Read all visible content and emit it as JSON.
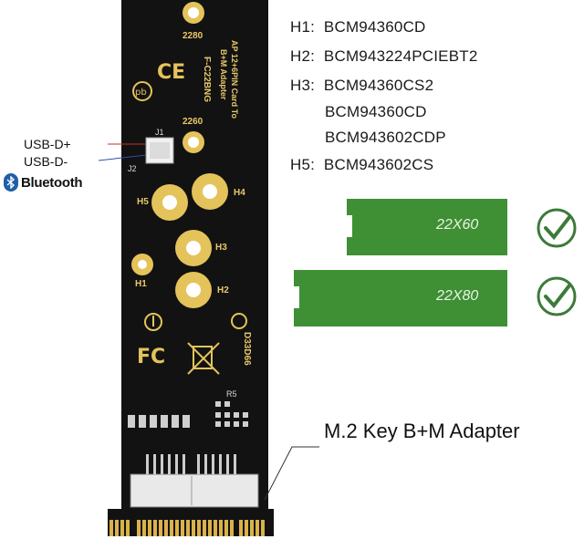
{
  "specs": [
    {
      "key": "H1:",
      "value": "BCM94360CD"
    },
    {
      "key": "H2:",
      "value": "BCM943224PCIEBT2"
    },
    {
      "key": "H3:",
      "value": "BCM94360CS2"
    },
    {
      "key": "",
      "value": "BCM94360CD"
    },
    {
      "key": "",
      "value": "BCM943602CDP"
    },
    {
      "key": "H5:",
      "value": "BCM943602CS"
    }
  ],
  "usb": {
    "d_plus": "USB-D+",
    "d_minus": "USB-D-"
  },
  "bluetooth": {
    "label": "Bluetooth",
    "icon": "bluetooth-icon",
    "color": "#1f5fa8"
  },
  "ssd": [
    {
      "label": "22X60",
      "check_icon": "checkmark-icon"
    },
    {
      "label": "22X80",
      "check_icon": "checkmark-icon"
    }
  ],
  "callout": "M.2 Key B+M Adapter",
  "board": {
    "model": "F-C22BNG",
    "title_line1": "AP 12+6PIN Card To",
    "title_line2": "B+M Adapter",
    "marks": {
      "m2280": "2280",
      "m2260": "2260",
      "h1": "H1",
      "h2": "H2",
      "h3": "H3",
      "h4": "H4",
      "h5": "H5",
      "j1": "J1",
      "j2": "J2",
      "code": "D33D66",
      "r5": "R5"
    },
    "colors": {
      "pcb": "#111111",
      "gold": "#e4c35a",
      "ssd_green": "#3f8f35",
      "check_green": "#3d7a3a"
    }
  }
}
